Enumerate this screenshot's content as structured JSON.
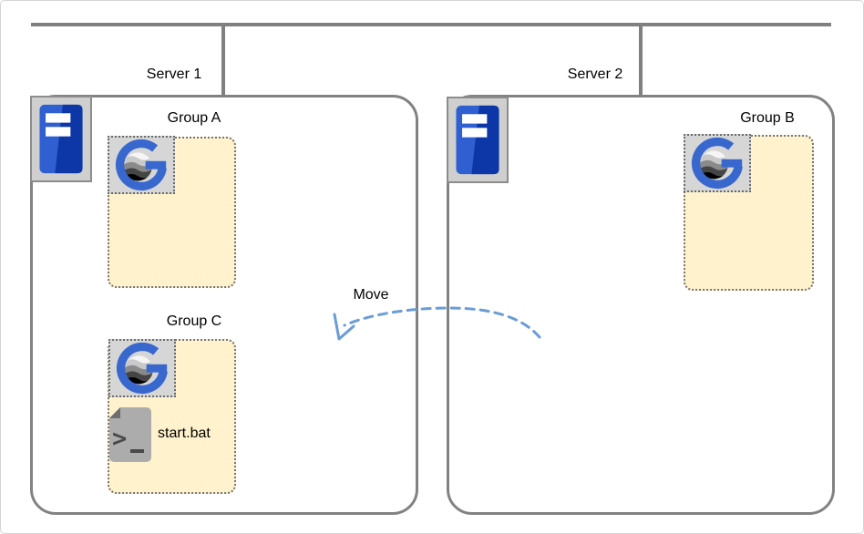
{
  "network": {
    "bus": "network-bus-line",
    "connectors": [
      "server1-drop-line",
      "server2-drop-line"
    ]
  },
  "servers": [
    {
      "label": "Server 1",
      "icon": "server-tower-icon",
      "groups": [
        {
          "label": "Group A",
          "icon": "g-logo-icon",
          "files": []
        },
        {
          "label": "Group C",
          "icon": "g-logo-icon",
          "files": [
            {
              "label": "start.bat",
              "icon": "batch-file-icon"
            }
          ]
        }
      ]
    },
    {
      "label": "Server 2",
      "icon": "server-tower-icon",
      "groups": [
        {
          "label": "Group B",
          "icon": "g-logo-icon",
          "files": []
        }
      ]
    }
  ],
  "annotation": {
    "label": "Move",
    "arrow": "dashed-curved-arrow",
    "direction": "from Server 2 to Server 1"
  },
  "colors": {
    "line_gray": "#808080",
    "box_border": "#828282",
    "group_fill": "#FFF2CC",
    "group_border": "#757575",
    "icon_bg": "#CFCFCF",
    "logo_blue": "#3867CE",
    "server_blue_light": "#2F5FD0",
    "server_blue_dark": "#0D36A6",
    "file_gray": "#ACACAC",
    "arrow_blue": "#6A9CD8",
    "text": "#000000",
    "background": "#FFFFFF"
  }
}
